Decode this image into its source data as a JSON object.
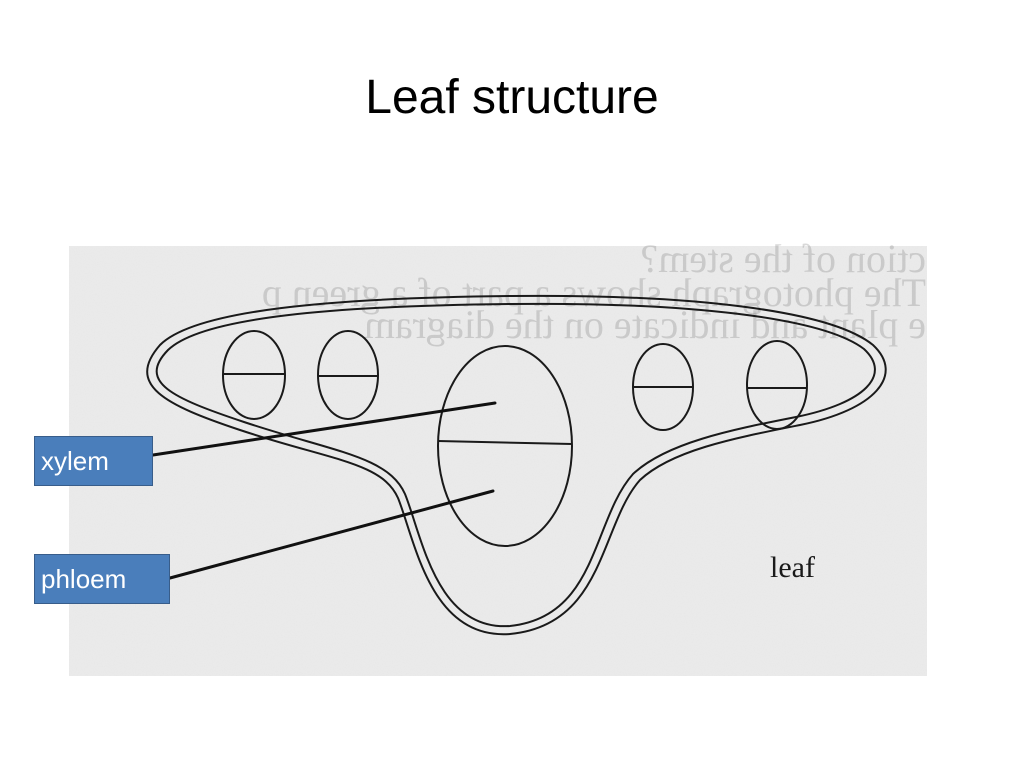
{
  "slide": {
    "title": "Leaf structure"
  },
  "figure": {
    "bleed_through_lines": [
      "ction of the stem?",
      "The photograph shows a part of a green p",
      "e plant and indicate on the diagram"
    ],
    "leaf_label": "leaf",
    "vascular_bundles": 5
  },
  "callouts": {
    "xylem": "xylem",
    "phloem": "phloem"
  },
  "colors": {
    "callout_fill": "#4a7ebb",
    "callout_border": "#385d8a",
    "scan_background": "#ececec",
    "ink": "#1a1a1a"
  }
}
